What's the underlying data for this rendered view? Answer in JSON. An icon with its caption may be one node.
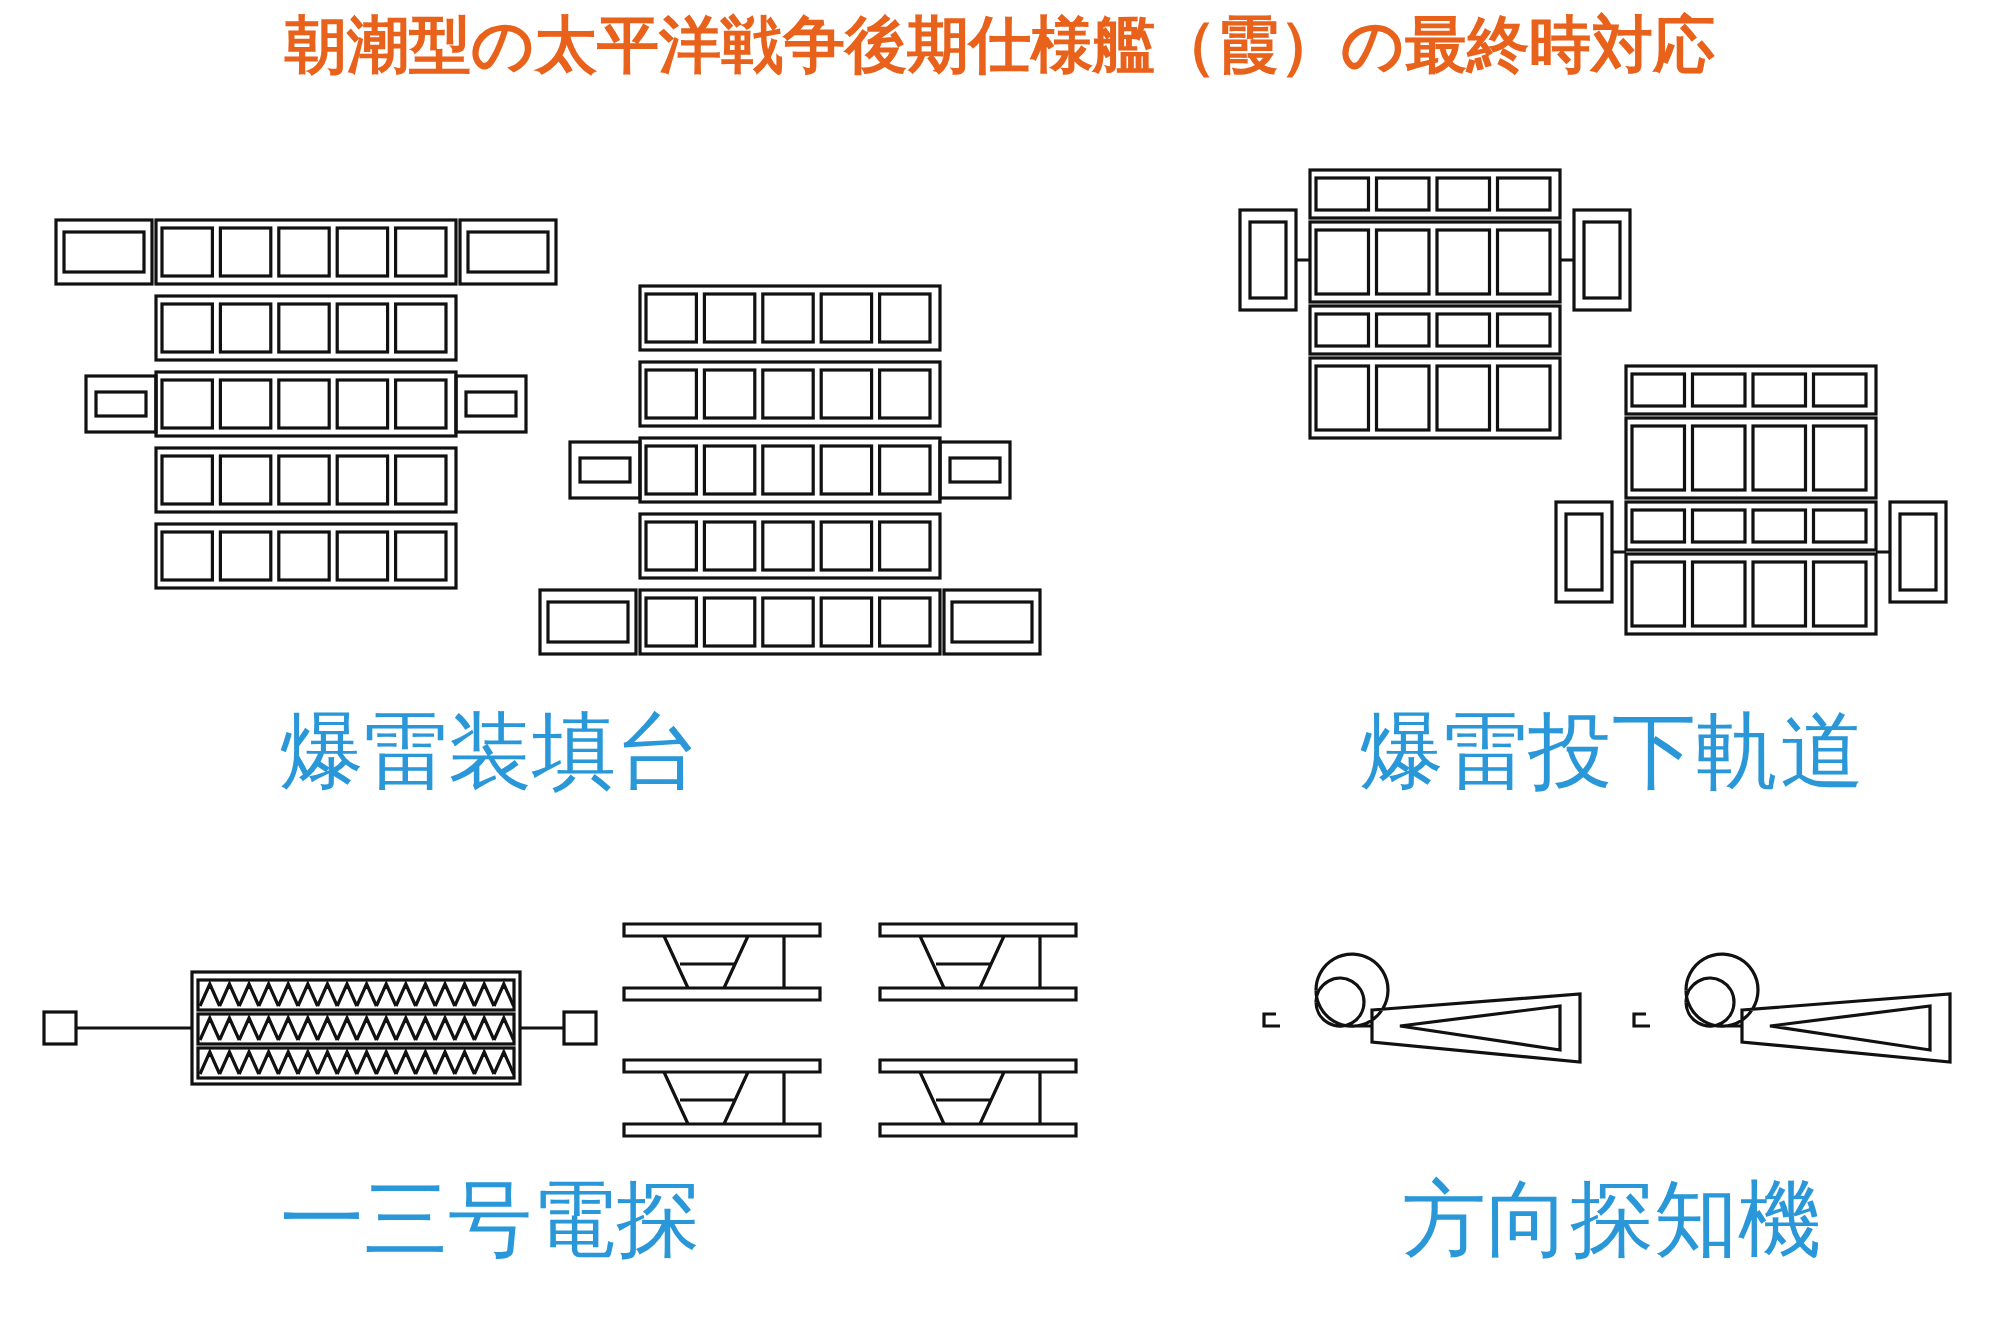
{
  "diagram": {
    "title": "朝潮型の太平洋戦争後期仕様艦（霞）の最終時対応",
    "labels": [
      "爆雷装填台",
      "爆雷投下軌道",
      "一三号電探",
      "方向探知機"
    ]
  }
}
